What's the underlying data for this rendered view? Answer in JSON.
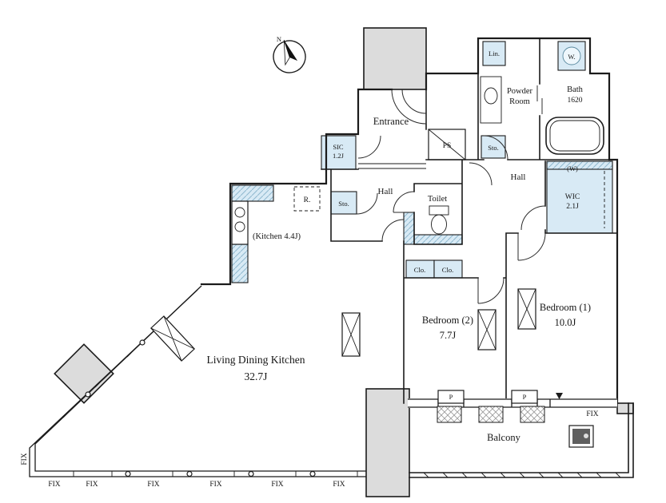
{
  "title": "Floor Plan",
  "colors": {
    "closet_fill": "#d8eaf5",
    "hatch_line": "#8fb9cf",
    "wall_gray": "#dcdcdc",
    "line": "#1b1b1b",
    "background": "#ffffff"
  },
  "compass": {
    "north": "N"
  },
  "labels": {
    "entrance": "Entrance",
    "ps": "PS",
    "sto_hall": "Sto.",
    "sto_powder": "Sto.",
    "lin": "Lin.",
    "washer": "W.",
    "powder_line1": "Powder",
    "powder_line2": "Room",
    "bath_line1": "Bath",
    "bath_line2": "1620",
    "sic_line1": "SIC",
    "sic_line2": "1.2J",
    "hall_left": "Hall",
    "hall_right": "Hall",
    "toilet": "Toilet",
    "fridge": "R.",
    "kitchen": "(Kitchen 4.4J)",
    "wic_w": "(W)",
    "wic_line1": "WIC",
    "wic_line2": "2.1J",
    "clo_left": "Clo.",
    "clo_right": "Clo.",
    "bedroom2_line1": "Bedroom (2)",
    "bedroom2_line2": "7.7J",
    "bedroom1_line1": "Bedroom (1)",
    "bedroom1_line2": "10.0J",
    "ldk_line1": "Living Dining Kitchen",
    "ldk_line2": "32.7J",
    "balcony": "Balcony",
    "p_left": "P",
    "p_right": "P",
    "fix_left": "FIX",
    "fix_right": "FIX",
    "fix_bottom": [
      "FIX",
      "FIX",
      "FIX",
      "FIX",
      "FIX",
      "FIX"
    ]
  }
}
